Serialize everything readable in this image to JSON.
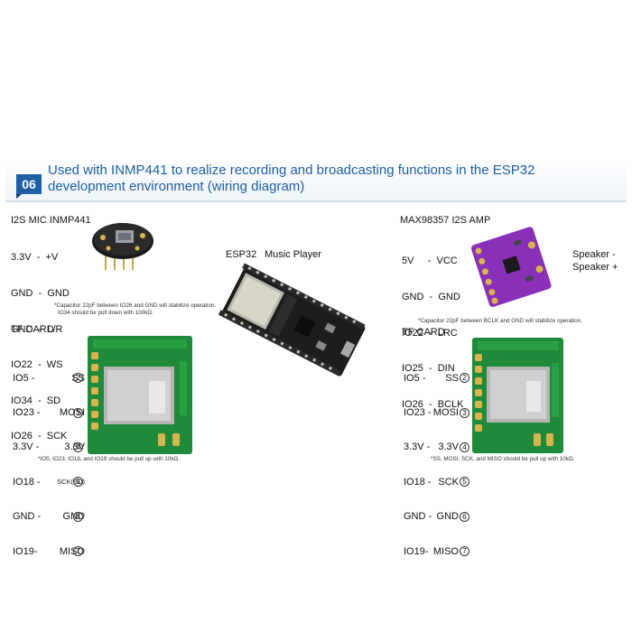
{
  "header": {
    "badge": "06",
    "title_line1": "Used with INMP441 to realize recording and broadcasting functions in the ESP32",
    "title_line2": "development environment (wiring diagram)"
  },
  "mic": {
    "title": "I2S MIC INMP441",
    "pins": [
      "3.3V  -  +V",
      "GND  -  GND",
      "GND  -  L/R",
      "IO22  -  WS",
      "IO34  -  SD",
      "IO26  -  SCK"
    ],
    "note1": "*Capacitor 22pF between IO26 and GND will stabilize operation.",
    "note2": "IO34 should be pull down with 100kΩ."
  },
  "esp32": {
    "label": "ESP32",
    "app": "Music Player"
  },
  "amp": {
    "title": "MAX98357 I2S AMP",
    "pins": [
      "5V     -  VCC",
      "GND  -  GND",
      "IO22  -  LRC",
      "IO25  -  DIN",
      "IO26  -  BCLK"
    ],
    "speaker_minus": "Speaker -",
    "speaker_plus": "Speaker +",
    "note": "*Capacitor 22pF between BCLK and GND will stabilize operation."
  },
  "tf_left": {
    "title": "TF CARD",
    "left_pins": [
      "IO5 -",
      "IO23 -",
      "3.3V -",
      "IO18 -",
      "GND -",
      "IO19-"
    ],
    "right_pins": [
      "SS",
      "MOSI",
      "3.3V",
      "SCK(SD)",
      "GND",
      "MISO"
    ],
    "nums": [
      "2",
      "3",
      "4",
      "5",
      "6",
      "7"
    ],
    "note": "*IO5, IO23, IO18, and IO19 should be pull up with 10kΩ."
  },
  "tf_right": {
    "title": "TF CARD",
    "left_pins": [
      "IO5 -",
      "IO23 -",
      "3.3V -",
      "IO18 -",
      "GND -",
      "IO19-"
    ],
    "right_pins": [
      "SS",
      "MOSI",
      "3.3V",
      "SCK",
      "GND",
      "MISO"
    ],
    "nums": [
      "2",
      "3",
      "4",
      "5",
      "6",
      "7"
    ],
    "note": "*SS, MOSI, SCK, and MISO should be pull up with 10kΩ."
  },
  "colors": {
    "accent": "#1d5fa3",
    "badge": "#1e5fa6",
    "pcb_green": "#1f8a3a",
    "amp_purple": "#8a2fb8"
  }
}
